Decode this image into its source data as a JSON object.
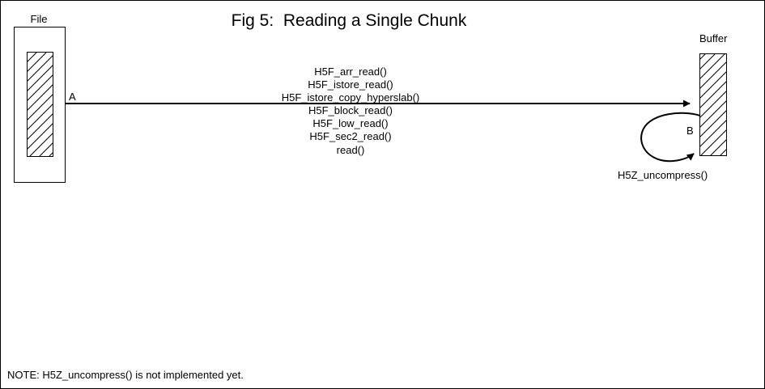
{
  "title": "Fig 5:  Reading a Single Chunk",
  "file_box": {
    "label": "File"
  },
  "buffer_box": {
    "label": "Buffer"
  },
  "arrow_a": {
    "label": "A"
  },
  "arrow_b": {
    "label": "B",
    "caption": "H5Z_uncompress()"
  },
  "calls_above": [
    "H5F_arr_read()",
    "H5F_istore_read()",
    "H5F_istore_copy_hyperslab()"
  ],
  "calls_below": [
    "H5F_block_read()",
    "H5F_low_read()",
    "H5F_sec2_read()",
    "read()"
  ],
  "note": "NOTE: H5Z_uncompress() is not implemented yet.",
  "colors": {
    "ink": "#000000",
    "background": "#ffffff"
  }
}
